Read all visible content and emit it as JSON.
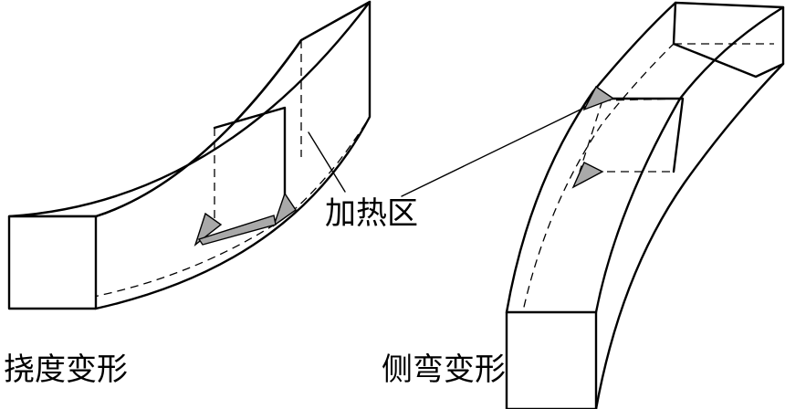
{
  "labels": {
    "heating_zone": "加热区",
    "deflection": "挠度变形",
    "side_bend": "侧弯变形"
  },
  "colors": {
    "line": "#000000",
    "heated_area": "#a9a9a9",
    "background": "#ffffff"
  }
}
